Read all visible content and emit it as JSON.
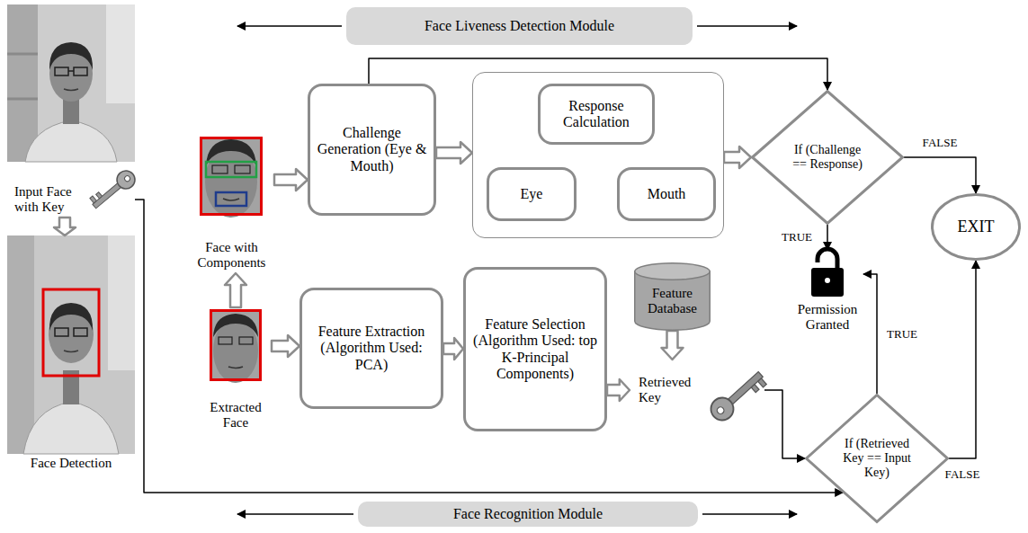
{
  "diagram": {
    "nodes": [
      {
        "text": [
          "Face Liveness Detection Module"
        ]
      },
      {
        "text": [
          "Input Face with Key"
        ]
      },
      {
        "text": [
          "Face with Components"
        ]
      },
      {
        "text": [
          "Challenge Generation (Eye & Mouth)"
        ]
      },
      {
        "text": []
      },
      {
        "text": [
          "Response Calculation"
        ],
        "in": 4
      },
      {
        "text": [
          "Eye"
        ],
        "in": 4
      },
      {
        "text": [
          "Mouth"
        ],
        "in": 4
      },
      {
        "text": [
          "If (Challenge == Response)"
        ]
      },
      {
        "text": [
          "EXIT"
        ]
      },
      {
        "text": [
          "Permission Granted"
        ]
      },
      {
        "text": [
          "Face Detection"
        ]
      },
      {
        "text": [
          "Extracted Face"
        ]
      },
      {
        "text": [
          "Feature Extraction (Algorithm Used: PCA)"
        ]
      },
      {
        "text": [
          "Feature Selection (Algorithm Used: top K-Principal Components)"
        ]
      },
      {
        "text": [
          "Feature Database"
        ]
      },
      {
        "text": [
          "Retrieved Key"
        ]
      },
      {
        "text": [
          "If (Retrieved Key == Input Key)"
        ]
      },
      {
        "text": [
          "Face Recognition Module"
        ]
      }
    ],
    "edges": [
      {
        "from": 1,
        "to": 11,
        "arrow": "to"
      },
      {
        "from": 12,
        "to": 2,
        "arrow": "to"
      },
      {
        "from": 2,
        "to": 3,
        "arrow": "to"
      },
      {
        "from": 3,
        "to": 4,
        "arrow": "to"
      },
      {
        "from": 3,
        "to": 8,
        "arrow": "to"
      },
      {
        "from": 4,
        "to": 8,
        "arrow": "to"
      },
      {
        "from": 6,
        "to": 7,
        "arrow": "both"
      },
      {
        "from": 6,
        "to": 5,
        "arrow": "to"
      },
      {
        "from": 7,
        "to": 5,
        "arrow": "to"
      },
      {
        "from": 8,
        "to": 9,
        "label": "FALSE",
        "arrow": "to"
      },
      {
        "from": 8,
        "to": 10,
        "label": "TRUE",
        "arrow": "to"
      },
      {
        "from": 12,
        "to": 13,
        "arrow": "to"
      },
      {
        "from": 13,
        "to": 14,
        "arrow": "to"
      },
      {
        "from": 14,
        "to": 16,
        "arrow": "to"
      },
      {
        "from": 15,
        "to": 16,
        "arrow": "to"
      },
      {
        "from": 16,
        "to": 17,
        "arrow": "to"
      },
      {
        "from": 1,
        "to": 17,
        "arrow": "to"
      },
      {
        "from": 17,
        "to": 10,
        "label": "TRUE",
        "arrow": "to"
      },
      {
        "from": 17,
        "to": 9,
        "label": "FALSE",
        "arrow": "to"
      }
    ]
  }
}
